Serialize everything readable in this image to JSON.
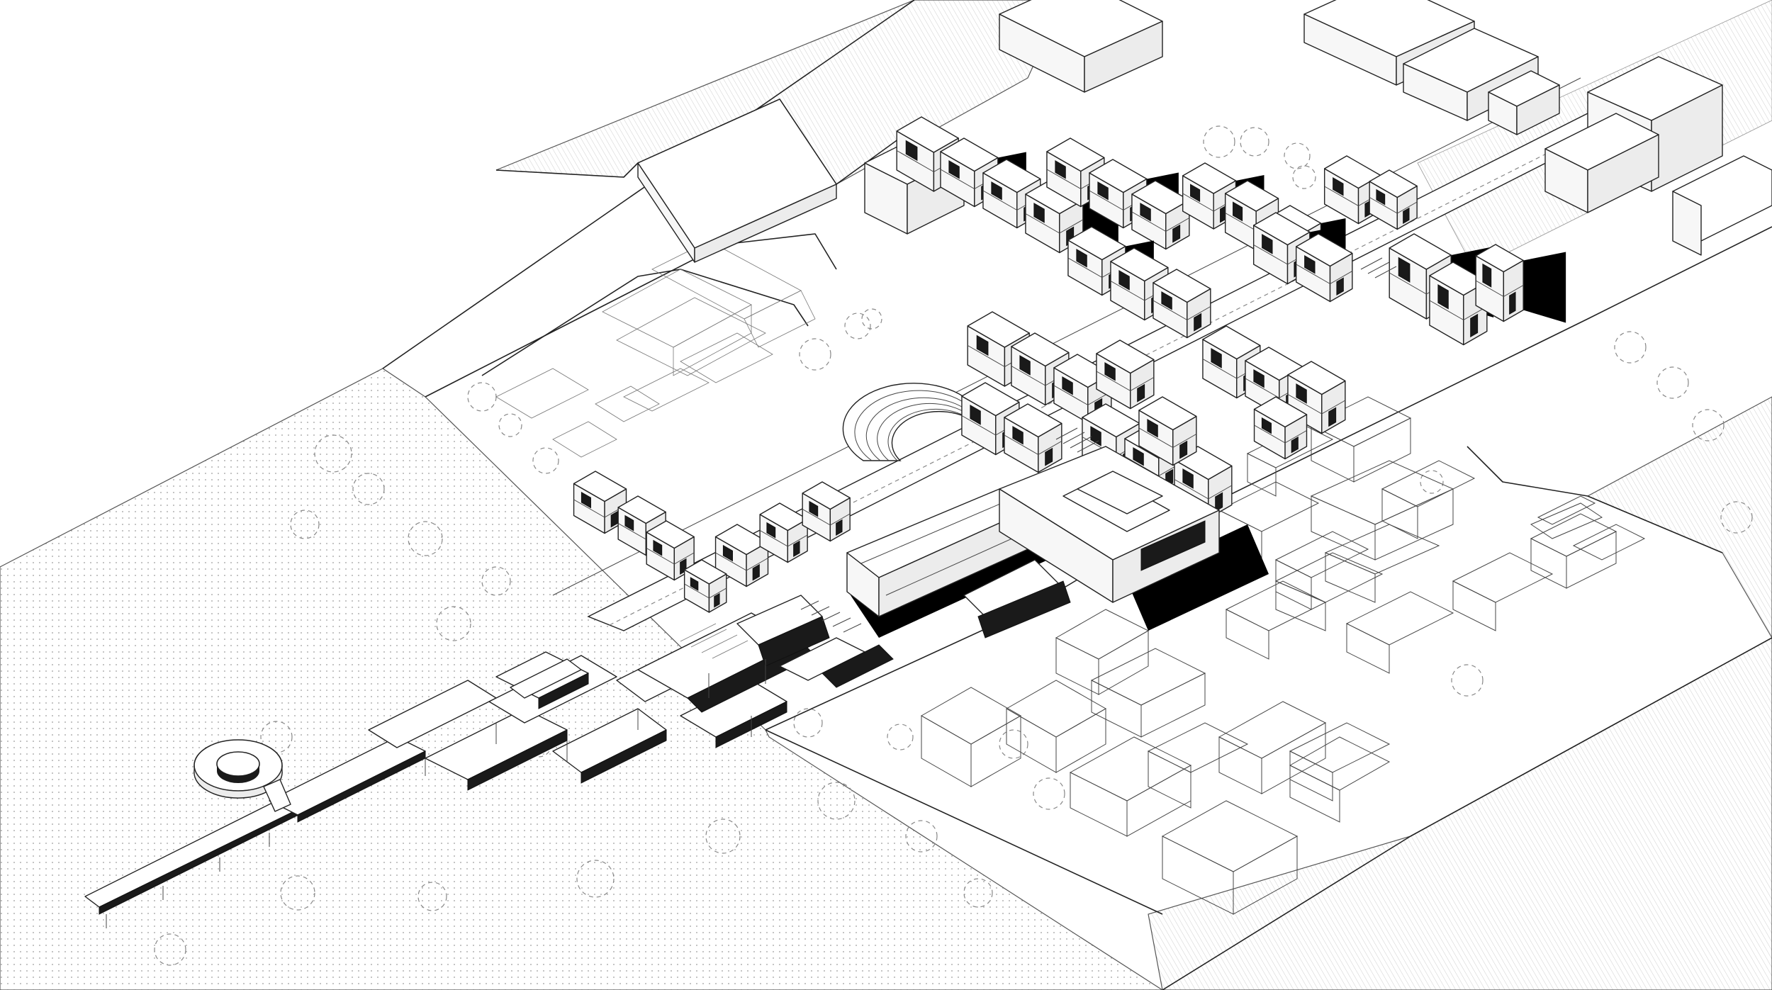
{
  "drawing": {
    "background": "#ffffff",
    "line_color": "#222222",
    "shadow_color": "#000000",
    "water_dot_color": "#9a9a9a",
    "hatch_color": "#b0b0b0"
  },
  "legend": {
    "groups": [
      "context-blocks",
      "housing-cluster",
      "waterfront-walkway",
      "ring-pavilion",
      "amphitheater",
      "station-building",
      "tree-canopies"
    ]
  }
}
